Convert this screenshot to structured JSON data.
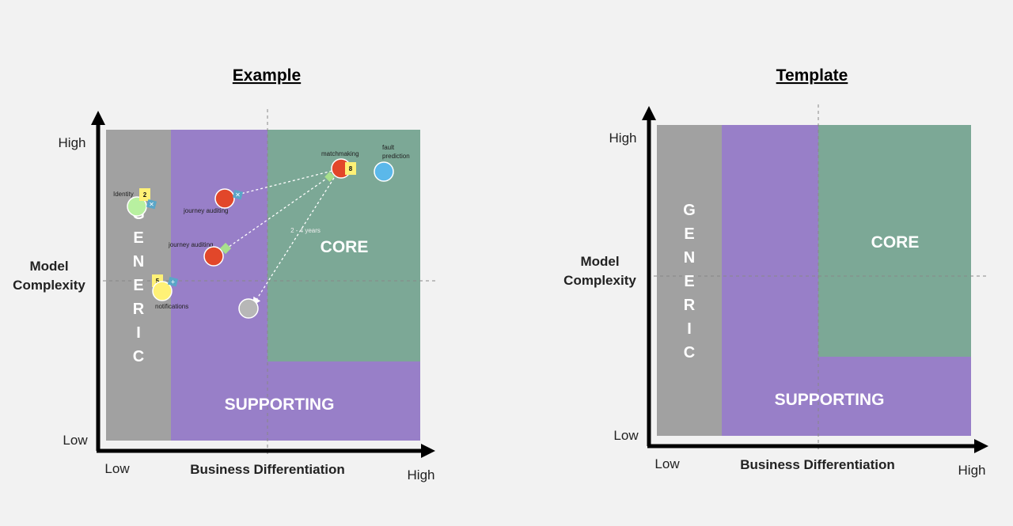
{
  "example": {
    "heading": "Example",
    "y_high": "High",
    "y_low": "Low",
    "y_title": [
      "Model",
      "Complexity"
    ],
    "x_low": "Low",
    "x_high": "High",
    "x_title": "Business Differentiation",
    "regions": {
      "generic": "GENERIC",
      "core": "CORE",
      "supporting": "SUPPORTING"
    },
    "nodes": [
      {
        "id": "identity",
        "label": "Identity",
        "color": "#b8f0a0",
        "badge": "2",
        "badge_color": "#fff176",
        "icon": "close-icon"
      },
      {
        "id": "journey-auditing-1",
        "label": "journey auditing",
        "color": "#e2472a",
        "icon": "close-icon"
      },
      {
        "id": "journey-auditing-2",
        "label": "journey auditing",
        "color": "#e2472a",
        "icon": "arrow-icon"
      },
      {
        "id": "notifications",
        "label": "notifications",
        "color": "#fff176",
        "badge": "5",
        "badge_color": "#fff176",
        "icon": "plus-icon"
      },
      {
        "id": "matchmaking",
        "label": "matchmaking",
        "color": "#e2472a",
        "badge": "8",
        "badge_color": "#fff176",
        "icon": "arrow-icon"
      },
      {
        "id": "fault-prediction",
        "label": "fault\nprediction",
        "color": "#5bb8ea"
      },
      {
        "id": "unnamed",
        "label": "",
        "color": "#b7b7b7"
      }
    ],
    "edge_label": "2 - 4 years"
  },
  "template": {
    "heading": "Template",
    "y_high": "High",
    "y_low": "Low",
    "y_title": [
      "Model",
      "Complexity"
    ],
    "x_low": "Low",
    "x_high": "High",
    "x_title": "Business Differentiation",
    "regions": {
      "generic": "GENERIC",
      "core": "CORE",
      "supporting": "SUPPORTING"
    }
  },
  "colors": {
    "generic": "#a1a1a1",
    "supporting": "#987fc8",
    "core": "#7ca896",
    "axis": "#000000",
    "background": "#f2f2f2"
  }
}
